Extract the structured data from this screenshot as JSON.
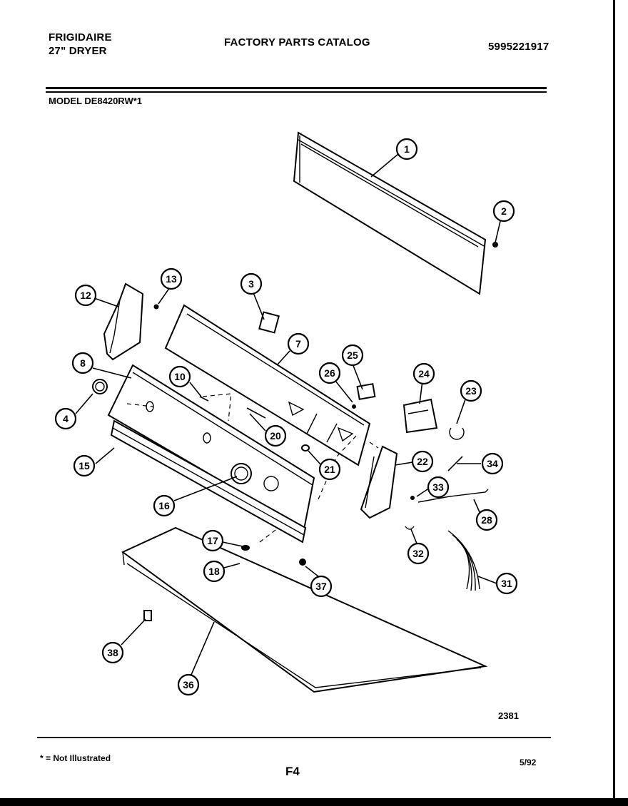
{
  "header": {
    "brand": "FRIGIDAIRE",
    "product": "27\" DRYER",
    "title": "FACTORY PARTS CATALOG",
    "catalog_number": "5995221917",
    "model": "MODEL DE8420RW*1"
  },
  "callouts": [
    "1",
    "2",
    "3",
    "4",
    "8",
    "10",
    "12",
    "13",
    "15",
    "16",
    "17",
    "18",
    "20",
    "21",
    "22",
    "23",
    "24",
    "25",
    "26",
    "28",
    "31",
    "32",
    "33",
    "34",
    "36",
    "37",
    "38",
    "7"
  ],
  "footer": {
    "figure_code": "2381",
    "footnote": "* = Not Illustrated",
    "page": "F4",
    "date": "5/92"
  }
}
